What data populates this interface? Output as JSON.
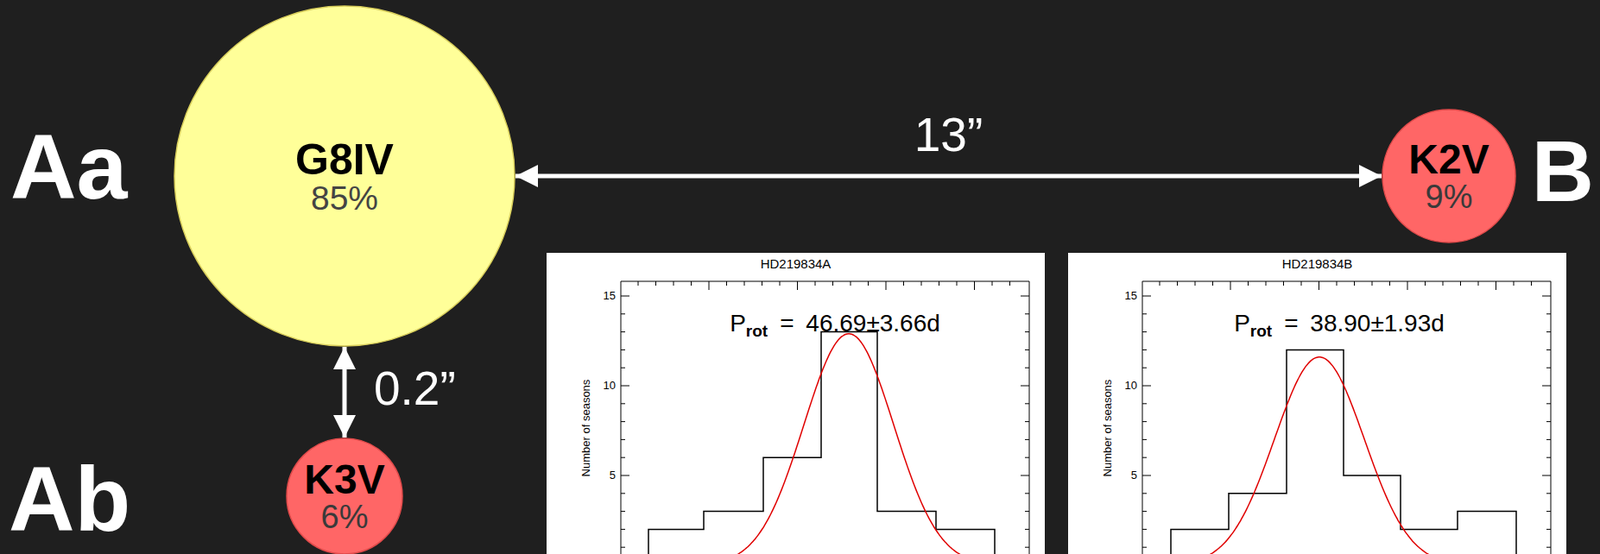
{
  "diagram": {
    "nodes": [
      {
        "text": [
          "G8IV",
          "85%"
        ]
      },
      {
        "text": [
          "K2V",
          "9%"
        ]
      },
      {
        "text": [
          "K3V",
          "6%"
        ]
      },
      {
        "text": [
          "HD219834A",
          "P",
          "rot",
          "= 46.69±3.66d",
          "Number of seasons",
          "15",
          "10",
          "5"
        ]
      },
      {
        "text": [
          "HD219834B",
          "P",
          "rot",
          "= 38.90±1.93d",
          "Number of seasons",
          "15",
          "10",
          "5"
        ]
      }
    ],
    "edges": [
      {
        "from": 0,
        "to": 1,
        "arrow": "both",
        "label": "13”"
      },
      {
        "from": 0,
        "to": 2,
        "arrow": "both",
        "label": "0.2”"
      }
    ],
    "labels": [
      "Aa",
      "B",
      "Ab"
    ]
  }
}
